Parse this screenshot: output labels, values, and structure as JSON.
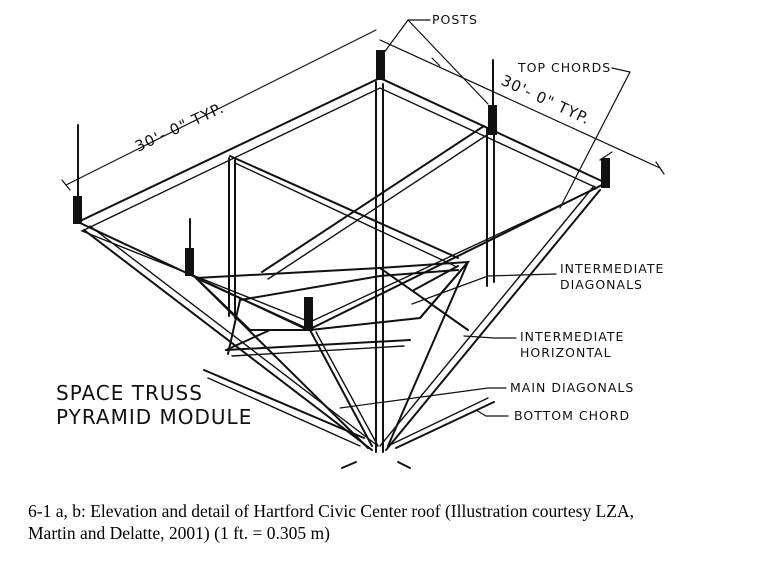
{
  "diagram": {
    "title_line1": "SPACE TRUSS",
    "title_line2": "PYRAMID MODULE",
    "labels": {
      "posts": "POSTS",
      "top_chords": "TOP CHORDS",
      "dim_left": "30'- 0\" TYP.",
      "dim_right": "30'- 0\" TYP.",
      "intermediate_diagonals_1": "INTERMEDIATE",
      "intermediate_diagonals_2": "DIAGONALS",
      "intermediate_horizontal_1": "INTERMEDIATE",
      "intermediate_horizontal_2": "HORIZONTAL",
      "main_diagonals": "MAIN DIAGONALS",
      "bottom_chord": "BOTTOM CHORD"
    }
  },
  "caption": {
    "line1": "6-1 a, b: Elevation and detail of Hartford Civic Center roof (Illustration courtesy LZA,",
    "line2": "Martin and Delatte, 2001) (1 ft. = 0.305 m)"
  }
}
